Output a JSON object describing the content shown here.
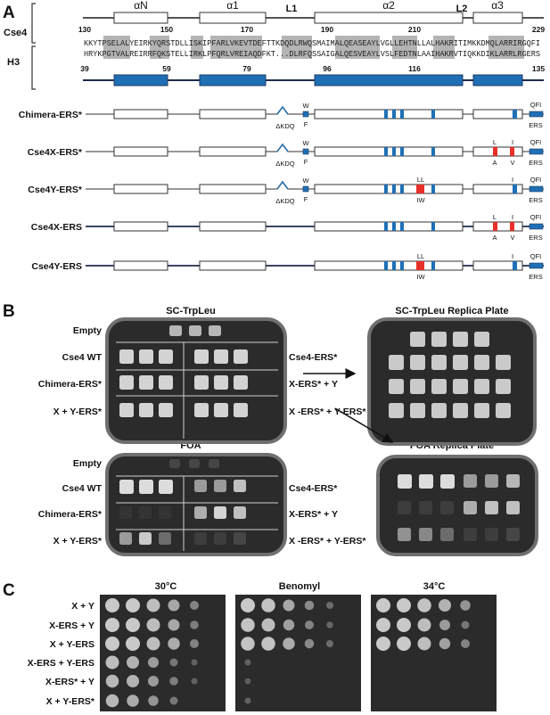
{
  "panel_a": {
    "label": "A",
    "cse4_label": "Cse4",
    "h3_label": "H3",
    "top_numbers": [
      "130",
      "150",
      "170",
      "190",
      "210",
      "229"
    ],
    "bottom_numbers": [
      "39",
      "59",
      "79",
      "96",
      "116",
      "135"
    ],
    "helices": [
      {
        "name": "αN"
      },
      {
        "name": "α1"
      },
      {
        "name": "L1"
      },
      {
        "name": "α2"
      },
      {
        "name": "L2"
      },
      {
        "name": "α3"
      }
    ],
    "seq_cse4": "KKYTPSELALYEIRKYQRSTDLLISKIPFARLVKEVTDEFTTKDQDLRWQSMAIMALQEASEAYLVGLLEHTNLLALHAKRITIMKKDMQLARRIRGQFI",
    "seq_h3": "HRYKPGTVALREIRRFQKSTELLIRKLPFQRLVREIAQDFKT...DLRFQSSAIGALQESVEAYLVSLFEDTNLAAIHAKRVTIQKKDIKLARRLRGERS",
    "constructs": [
      {
        "name": "Chimera-ERS*",
        "dkdq": "ΔKDQ",
        "wf_top": "W",
        "wf_bot": "F",
        "ll_top": "",
        "ll_bot": "",
        "a3_top": "",
        "a3_bot": "",
        "tail_top": "QFI",
        "tail_bot": "ERS",
        "line": "gray"
      },
      {
        "name": "Cse4X-ERS*",
        "dkdq": "ΔKDQ",
        "wf_top": "W",
        "wf_bot": "F",
        "ll_top": "",
        "ll_bot": "",
        "a3_top": "L    I",
        "a3_bot": "A    V",
        "tail_top": "QFI",
        "tail_bot": "ERS",
        "line": "gray"
      },
      {
        "name": "Cse4Y-ERS*",
        "dkdq": "ΔKDQ",
        "wf_top": "W",
        "wf_bot": "F",
        "ll_top": "LL",
        "ll_bot": "IW",
        "a3_top": "I",
        "a3_bot": "",
        "tail_top": "QFI",
        "tail_bot": "ERS",
        "line": "gray"
      },
      {
        "name": "Cse4X-ERS",
        "dkdq": "",
        "wf_top": "",
        "wf_bot": "",
        "ll_top": "",
        "ll_bot": "",
        "a3_top": "L    I",
        "a3_bot": "A    V",
        "tail_top": "QFI",
        "tail_bot": "ERS",
        "line": "dark"
      },
      {
        "name": "Cse4Y-ERS",
        "dkdq": "",
        "wf_top": "",
        "wf_bot": "",
        "ll_top": "LL",
        "ll_bot": "IW",
        "a3_top": "I",
        "a3_bot": "",
        "tail_top": "QFI",
        "tail_bot": "ERS",
        "line": "dark"
      }
    ]
  },
  "panel_b": {
    "label": "B",
    "plate1_title": "SC-TrpLeu",
    "plate2_title": "SC-TrpLeu Replica Plate",
    "plate3_title": "FOA",
    "plate4_title": "FOA Replica Plate",
    "left_rows": [
      "Empty",
      "Cse4 WT",
      "Chimera-ERS*",
      "X + Y-ERS*"
    ],
    "right_rows": [
      "",
      "Cse4-ERS*",
      "X-ERS* + Y",
      "X -ERS* + Y-ERS*"
    ]
  },
  "panel_c": {
    "label": "C",
    "conditions": [
      "30°C",
      "Benomyl",
      "34°C"
    ],
    "strains": [
      "X + Y",
      "X-ERS + Y",
      "X + Y-ERS",
      "X-ERS + Y-ERS",
      "X-ERS* + Y",
      "X + Y-ERS*"
    ]
  },
  "colors": {
    "blue": "#1f6fb5",
    "red": "#e8302a",
    "seq_highlight": "#b4b4b4",
    "plate": "#2b2b2b",
    "plate_rim": "#6f6f6f"
  }
}
